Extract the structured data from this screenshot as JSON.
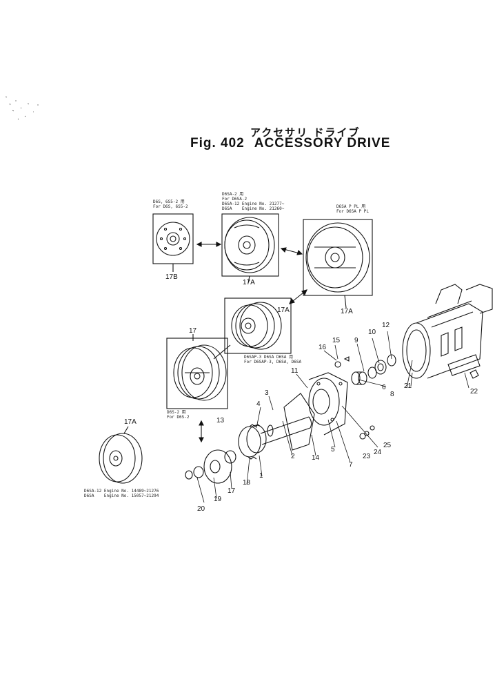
{
  "figure": {
    "title_jp": "アクセサリ ドライブ",
    "fig_label": "Fig. 402",
    "title": "ACCESSORY DRIVE"
  },
  "captions": {
    "box_17b_line1": "D6S, 6S5-2 用",
    "box_17b_line2": "For D6S, 6S5-2",
    "box_17a_top_line1": "D6SA-2 用",
    "box_17a_top_line2": "For D6SA-2",
    "box_17a_top_line3": "D6SA-12 Engine No. 21277~",
    "box_17a_top_line4": "D6SA    Engine No. 21260~",
    "box_17a_right_line1": "D6SA P PL 用",
    "box_17a_right_line2": "For D6SA P PL",
    "box_17a_mid_line1": "D6SAP-3 D6SA D6SA 用",
    "box_17a_mid_line2": "For D6SAP-3, D6SA, D6SA",
    "box_17_line1": "D6S-2 用",
    "box_17_line2": "For D6S-2",
    "loose_17a_line1": "D6SA-12 Engine No. 14489~21276",
    "loose_17a_line2": "D6SA    Engine No. 15057~21294"
  },
  "callouts": {
    "n17b": "17B",
    "n17a_1": "17A",
    "n17a_2": "17A",
    "n17a_3": "17A",
    "n17": "17",
    "n17a_4": "17A",
    "n1": "1",
    "n2": "2",
    "n3": "3",
    "n4": "4",
    "n5": "5",
    "n6": "6",
    "n7": "7",
    "n8": "8",
    "n9": "9",
    "n10": "10",
    "n11": "11",
    "n12": "12",
    "n13": "13",
    "n14": "14",
    "n15": "15",
    "n16": "16",
    "n17b2": "17",
    "n18": "18",
    "n19": "19",
    "n20": "20",
    "n21": "21",
    "n22": "22",
    "n23": "23",
    "n24": "24",
    "n25": "25"
  },
  "colors": {
    "ink": "#111111",
    "paper": "#ffffff"
  }
}
